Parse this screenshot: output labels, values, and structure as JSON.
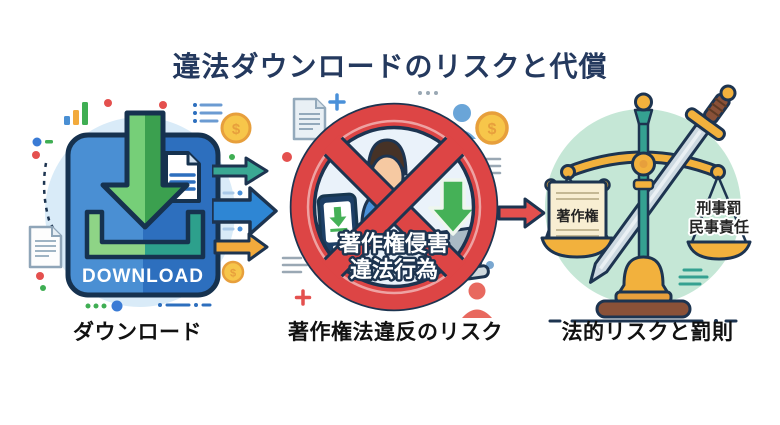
{
  "title": "違法ダウンロードのリスクと代償",
  "symbols": {
    "dollar": "$"
  },
  "steps": [
    {
      "id": "download",
      "label": "ダウンロード",
      "badge_text": "DOWNLOAD"
    },
    {
      "id": "copyright-violation-risk",
      "label": "著作権法違反のリスク",
      "sign_line1": "著作権侵害",
      "sign_line2": "違法行為"
    },
    {
      "id": "legal-risk-penalty",
      "label": "法的リスクと罰則",
      "left_scale_tag": "著作権",
      "right_scale_line1": "刑事罰",
      "right_scale_line2": "民事責任"
    }
  ],
  "icons": [
    "download-arrow-icon",
    "download-tray-icon",
    "file-icon",
    "document-icon",
    "bar-chart-icon",
    "coin-icon",
    "list-icon",
    "prohibition-sign-icon",
    "person-icon",
    "person-coin-icon",
    "smartphone-icon",
    "laptop-icon",
    "scales-of-justice-icon",
    "sword-icon",
    "copyright-scroll-icon",
    "flow-arrow-teal",
    "flow-arrow-blue",
    "flow-arrow-orange",
    "flow-arrow-red"
  ],
  "colors": {
    "title_text": "#24395e",
    "label_text": "#111111",
    "outline": "#1d3450",
    "panel1_circle": "#d9ebf8",
    "panel2_circle": "#eaf2fa",
    "panel3_circle": "#c5e7d6",
    "app_blue": "#4a8fd3",
    "app_blue_dark": "#2d6fbe",
    "arrow_green": "#76cf78",
    "arrow_green_dark": "#3ba04f",
    "tray_green": "#8ed486",
    "tray_teal": "#2da08c",
    "prohibition_red": "#dd4545",
    "gold": "#f2b13d",
    "coin_gold": "#f7c64a",
    "teal": "#35a191",
    "wood_brown": "#8a5138",
    "flow_teal": "#3aa893",
    "flow_blue": "#2e86d4",
    "flow_orange": "#f2aa3c",
    "flow_red": "#e4504e"
  }
}
